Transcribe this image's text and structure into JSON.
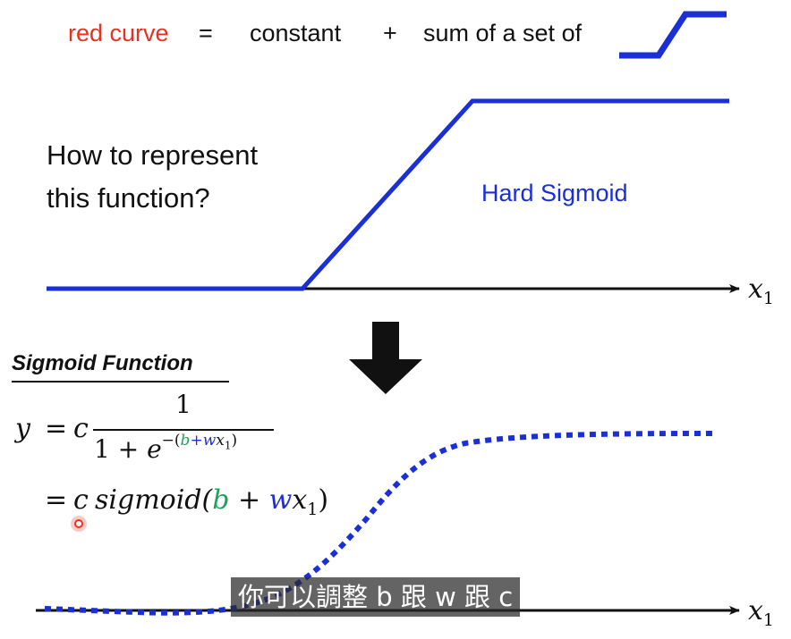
{
  "header": {
    "red_curve": "red curve",
    "equals": "=",
    "constant": "constant",
    "plus": "+",
    "sum_text": "sum of a set of"
  },
  "top_panel": {
    "question": "How to represent\nthis function?",
    "hard_sigmoid_label": "Hard Sigmoid",
    "axis_label": "x",
    "axis_sub": "1"
  },
  "sigmoid_section": {
    "title": "Sigmoid Function",
    "eq1": {
      "y": "y",
      "eq": "=",
      "c": "c",
      "numerator": "1",
      "den_1": "1 + ",
      "den_e": "e",
      "exp_minus": "−(",
      "exp_b": "b",
      "exp_plus": "+",
      "exp_w": "w",
      "exp_x": "x",
      "exp_sub": "1",
      "exp_close": ")"
    },
    "eq2": {
      "eq": "=",
      "c": "c",
      "fn": "sigmoid(",
      "b": "b",
      "plus": " + ",
      "w": "w",
      "x": "x",
      "sub": "1",
      "close": ")"
    }
  },
  "bottom_panel": {
    "axis_label": "x",
    "axis_sub": "1"
  },
  "subtitle": "你可以調整 b 跟 w 跟 c",
  "colors": {
    "blue": "#1a2fd6",
    "red": "#e8311f",
    "green": "#22a05a",
    "black": "#111111"
  },
  "icons": [
    "hard-sigmoid-mini-icon",
    "down-arrow-icon",
    "cursor-pointer-icon"
  ]
}
